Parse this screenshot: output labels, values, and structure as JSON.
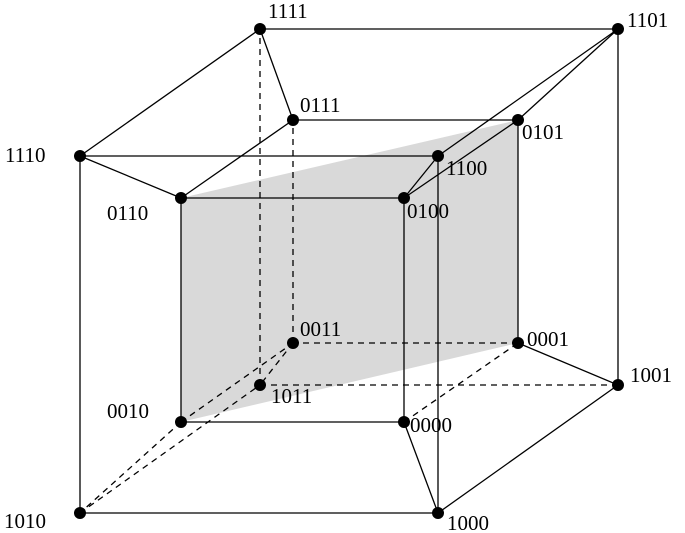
{
  "diagram": {
    "fill_color": "#d9d9d9",
    "line_color": "#000000",
    "vertices": [
      {
        "id": "v0000",
        "label": "0000"
      },
      {
        "id": "v0001",
        "label": "0001"
      },
      {
        "id": "v0010",
        "label": "0010"
      },
      {
        "id": "v0011",
        "label": "0011"
      },
      {
        "id": "v0100",
        "label": "0100"
      },
      {
        "id": "v0101",
        "label": "0101"
      },
      {
        "id": "v0110",
        "label": "0110"
      },
      {
        "id": "v0111",
        "label": "0111"
      },
      {
        "id": "v1000",
        "label": "1000"
      },
      {
        "id": "v1001",
        "label": "1001"
      },
      {
        "id": "v1010",
        "label": "1010"
      },
      {
        "id": "v1011",
        "label": "1011"
      },
      {
        "id": "v1100",
        "label": "1100"
      },
      {
        "id": "v1101",
        "label": "1101"
      },
      {
        "id": "v1110",
        "label": "1110"
      },
      {
        "id": "v1111",
        "label": "1111"
      }
    ],
    "edges": [
      {
        "from": "0000",
        "to": "0001",
        "style": "dashed"
      },
      {
        "from": "0000",
        "to": "0010",
        "style": "solid"
      },
      {
        "from": "0000",
        "to": "0100",
        "style": "solid"
      },
      {
        "from": "0000",
        "to": "1000",
        "style": "solid"
      },
      {
        "from": "0001",
        "to": "0011",
        "style": "dashed"
      },
      {
        "from": "0001",
        "to": "0101",
        "style": "solid"
      },
      {
        "from": "0001",
        "to": "1001",
        "style": "solid"
      },
      {
        "from": "0010",
        "to": "0011",
        "style": "dashed"
      },
      {
        "from": "0010",
        "to": "0110",
        "style": "solid"
      },
      {
        "from": "0010",
        "to": "1010",
        "style": "dashed"
      },
      {
        "from": "0011",
        "to": "0111",
        "style": "dashed"
      },
      {
        "from": "0011",
        "to": "1011",
        "style": "dashed"
      },
      {
        "from": "0100",
        "to": "0101",
        "style": "solid"
      },
      {
        "from": "0100",
        "to": "0110",
        "style": "solid"
      },
      {
        "from": "0100",
        "to": "1100",
        "style": "solid"
      },
      {
        "from": "0101",
        "to": "0111",
        "style": "solid"
      },
      {
        "from": "0101",
        "to": "1101",
        "style": "solid"
      },
      {
        "from": "0110",
        "to": "0111",
        "style": "solid"
      },
      {
        "from": "0110",
        "to": "1110",
        "style": "solid"
      },
      {
        "from": "0111",
        "to": "1111",
        "style": "solid"
      },
      {
        "from": "1000",
        "to": "1001",
        "style": "solid"
      },
      {
        "from": "1000",
        "to": "1010",
        "style": "solid"
      },
      {
        "from": "1000",
        "to": "1100",
        "style": "solid"
      },
      {
        "from": "1001",
        "to": "1011",
        "style": "dashed"
      },
      {
        "from": "1001",
        "to": "1101",
        "style": "solid"
      },
      {
        "from": "1010",
        "to": "1011",
        "style": "dashed"
      },
      {
        "from": "1010",
        "to": "1110",
        "style": "solid"
      },
      {
        "from": "1011",
        "to": "1111",
        "style": "dashed"
      },
      {
        "from": "1100",
        "to": "1101",
        "style": "solid"
      },
      {
        "from": "1100",
        "to": "1110",
        "style": "solid"
      },
      {
        "from": "1101",
        "to": "1111",
        "style": "solid"
      },
      {
        "from": "1110",
        "to": "1111",
        "style": "solid"
      }
    ]
  }
}
